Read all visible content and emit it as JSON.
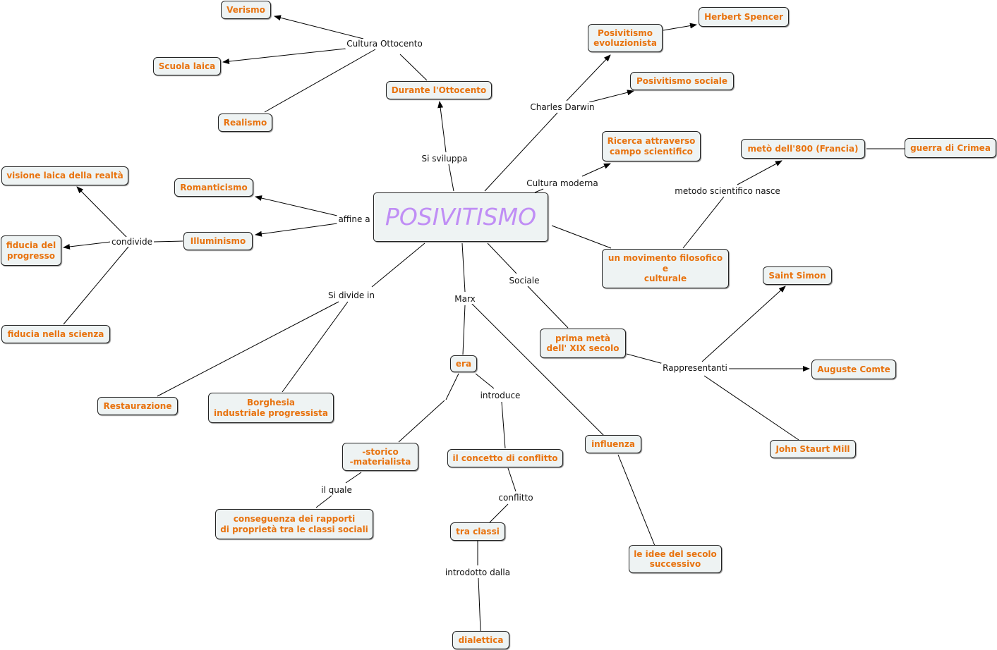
{
  "root": "POSIVITISMO",
  "nodes": {
    "verismo": "Verismo",
    "scuola_laica": "Scuola laica",
    "realismo": "Realismo",
    "durante_ottocento": "Durante l'Ottocento",
    "posit_evoluzionista": "Posivitismo\nevoluzionista",
    "herbert_spencer": "Herbert Spencer",
    "posit_sociale": "Posivitismo sociale",
    "ricerca": "Ricerca attraverso\ncampo scientifico",
    "meta_800": "metò dell'800 (Francia)",
    "guerra_crimea": "guerra di Crimea",
    "visione_laica": "visione laica della realtà",
    "romanticismo": "Romanticismo",
    "illuminismo": "Illuminismo",
    "fiducia_progresso": "fiducia del\nprogresso",
    "fiducia_scienza": "fiducia nella scienza",
    "movimento": "un movimento filosofico\ne\nculturale",
    "saint_simon": "Saint Simon",
    "prima_meta": "prima metà\ndell' XIX secolo",
    "auguste_comte": "Auguste Comte",
    "restaurazione": "Restaurazione",
    "borghesia": "Borghesia\nindustriale progressista",
    "era": "era",
    "storico": "-storico\n-materialista",
    "concetto_conflitto": "il concetto di conflitto",
    "influenza": "influenza",
    "john_mill": "John Staurt Mill",
    "conseguenza": "conseguenza dei rapporti\ndi proprietà tra le classi sociali",
    "tra_classi": "tra classi",
    "idee_secolo": "le idee del secolo\nsuccessivo",
    "dialettica": "dialettica"
  },
  "link_labels": {
    "cultura_ottocento": "Cultura Ottocento",
    "si_sviluppa": "Si sviluppa",
    "charles_darwin": "Charles Darwin",
    "cultura_moderna": "Cultura moderna",
    "metodo_scientifico": "metodo scientifico nasce",
    "affine_a": "affine a",
    "condivide": "condivide",
    "sociale": "Sociale",
    "si_divide_in": "Si divide in",
    "marx": "Marx",
    "rappresentanti": "Rappresentanti",
    "introduce": "introduce",
    "il_quale": "il quale",
    "conflitto": "conflitto",
    "introdotto_dalla": "introdotto dalla"
  },
  "colors": {
    "node_text": "#e8730f",
    "root_text": "#c08ef5",
    "node_fill": "#eef3f3",
    "line": "#000000"
  }
}
